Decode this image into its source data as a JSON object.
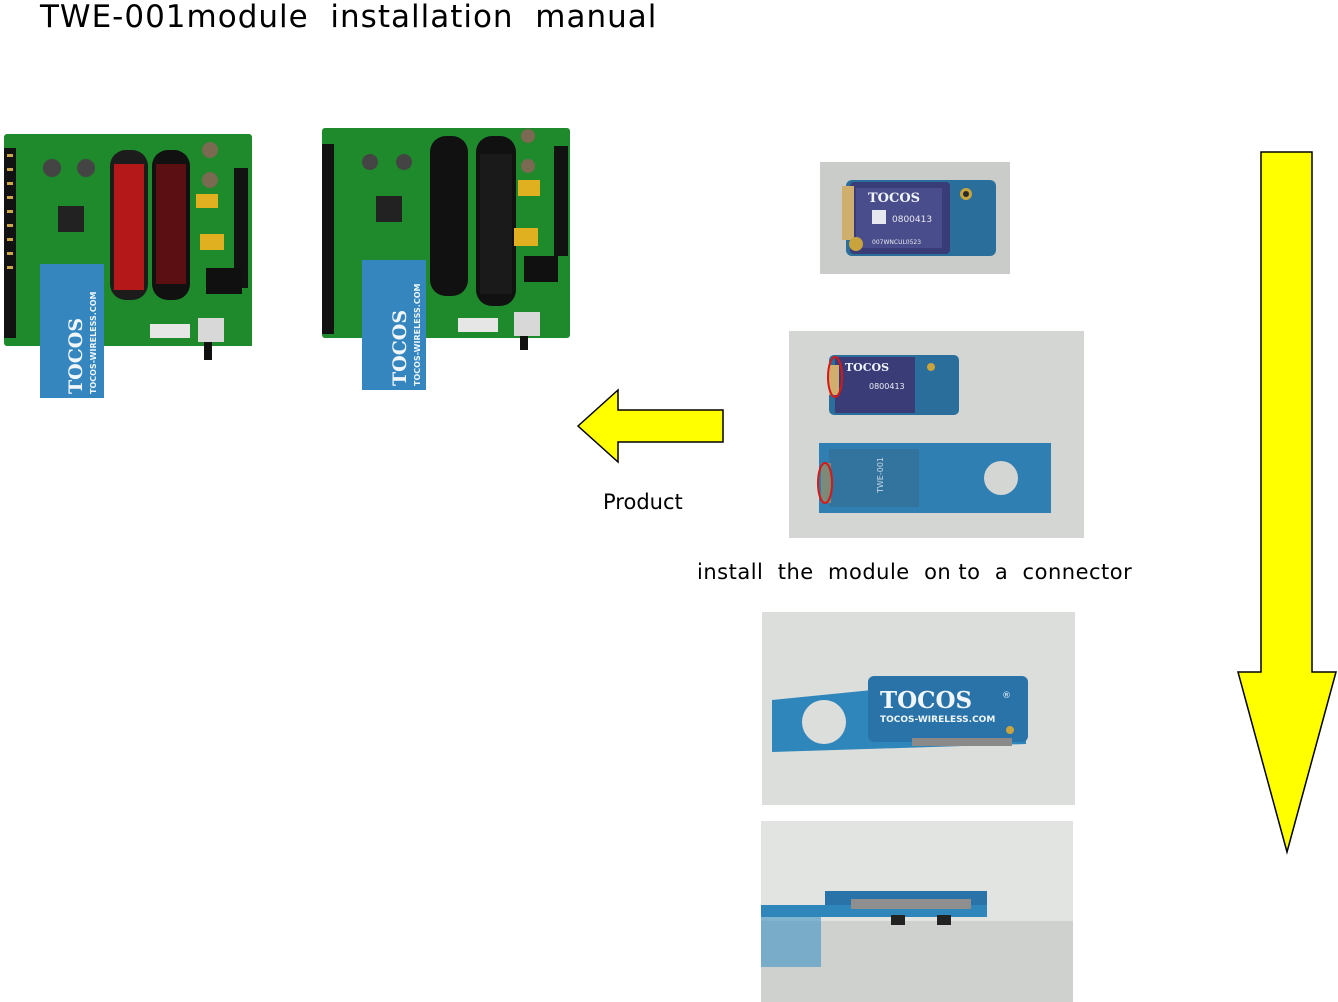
{
  "document": {
    "title": "TWE-001module  installation  manual",
    "caption_product": "Product",
    "caption_install": "install  the  module  on to  a  connector"
  },
  "photos": {
    "board_left": "board-photo",
    "board_right": "board-photo",
    "module_front": "module-photo",
    "module_and_adapter": "module-adapter-photo",
    "installed_top": "installed-module-top-photo",
    "installed_side": "installed-module-side-photo"
  },
  "board_markings": {
    "brand": "TOCOS",
    "brand_mark": "®",
    "website": "TOCOS-WIRELESS.COM",
    "module_serial": "0800413",
    "module_code": "007WNCUL0523",
    "adapter_code": "TWE-001"
  },
  "arrows": {
    "left_arrow_color": "#ffff00",
    "down_arrow_color": "#ffff00",
    "outline_color": "#000000"
  }
}
